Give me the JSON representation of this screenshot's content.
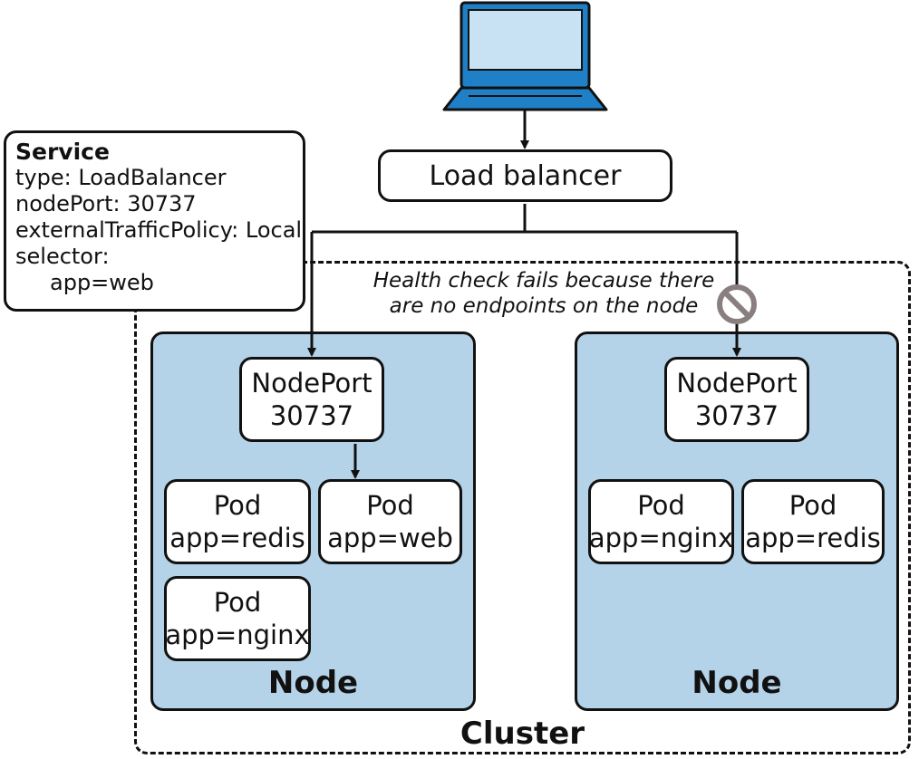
{
  "service": {
    "title": "Service",
    "lines": [
      "type: LoadBalancer",
      "nodePort: 30737",
      "externalTrafficPolicy: Local",
      "selector:"
    ],
    "selector_value": "app=web"
  },
  "load_balancer": {
    "label": "Load balancer"
  },
  "health_note": {
    "line1": "Health check fails because there",
    "line2": "are no endpoints on the node"
  },
  "cluster": {
    "label": "Cluster"
  },
  "nodes": [
    {
      "label": "Node",
      "nodeport": {
        "line1": "NodePort",
        "line2": "30737"
      },
      "pods": [
        {
          "line1": "Pod",
          "line2": "app=redis"
        },
        {
          "line1": "Pod",
          "line2": "app=web"
        },
        {
          "line1": "Pod",
          "line2": "app=nginx"
        }
      ]
    },
    {
      "label": "Node",
      "nodeport": {
        "line1": "NodePort",
        "line2": "30737"
      },
      "pods": [
        {
          "line1": "Pod",
          "line2": "app=nginx"
        },
        {
          "line1": "Pod",
          "line2": "app=redis"
        }
      ]
    }
  ],
  "colors": {
    "node_fill": "#b4d3e8",
    "laptop_blue": "#1f7fc7",
    "laptop_screen": "#c9e2f3",
    "prohibit_gray": "#8a7f7f"
  },
  "icons": [
    "laptop-icon",
    "prohibited-icon"
  ]
}
